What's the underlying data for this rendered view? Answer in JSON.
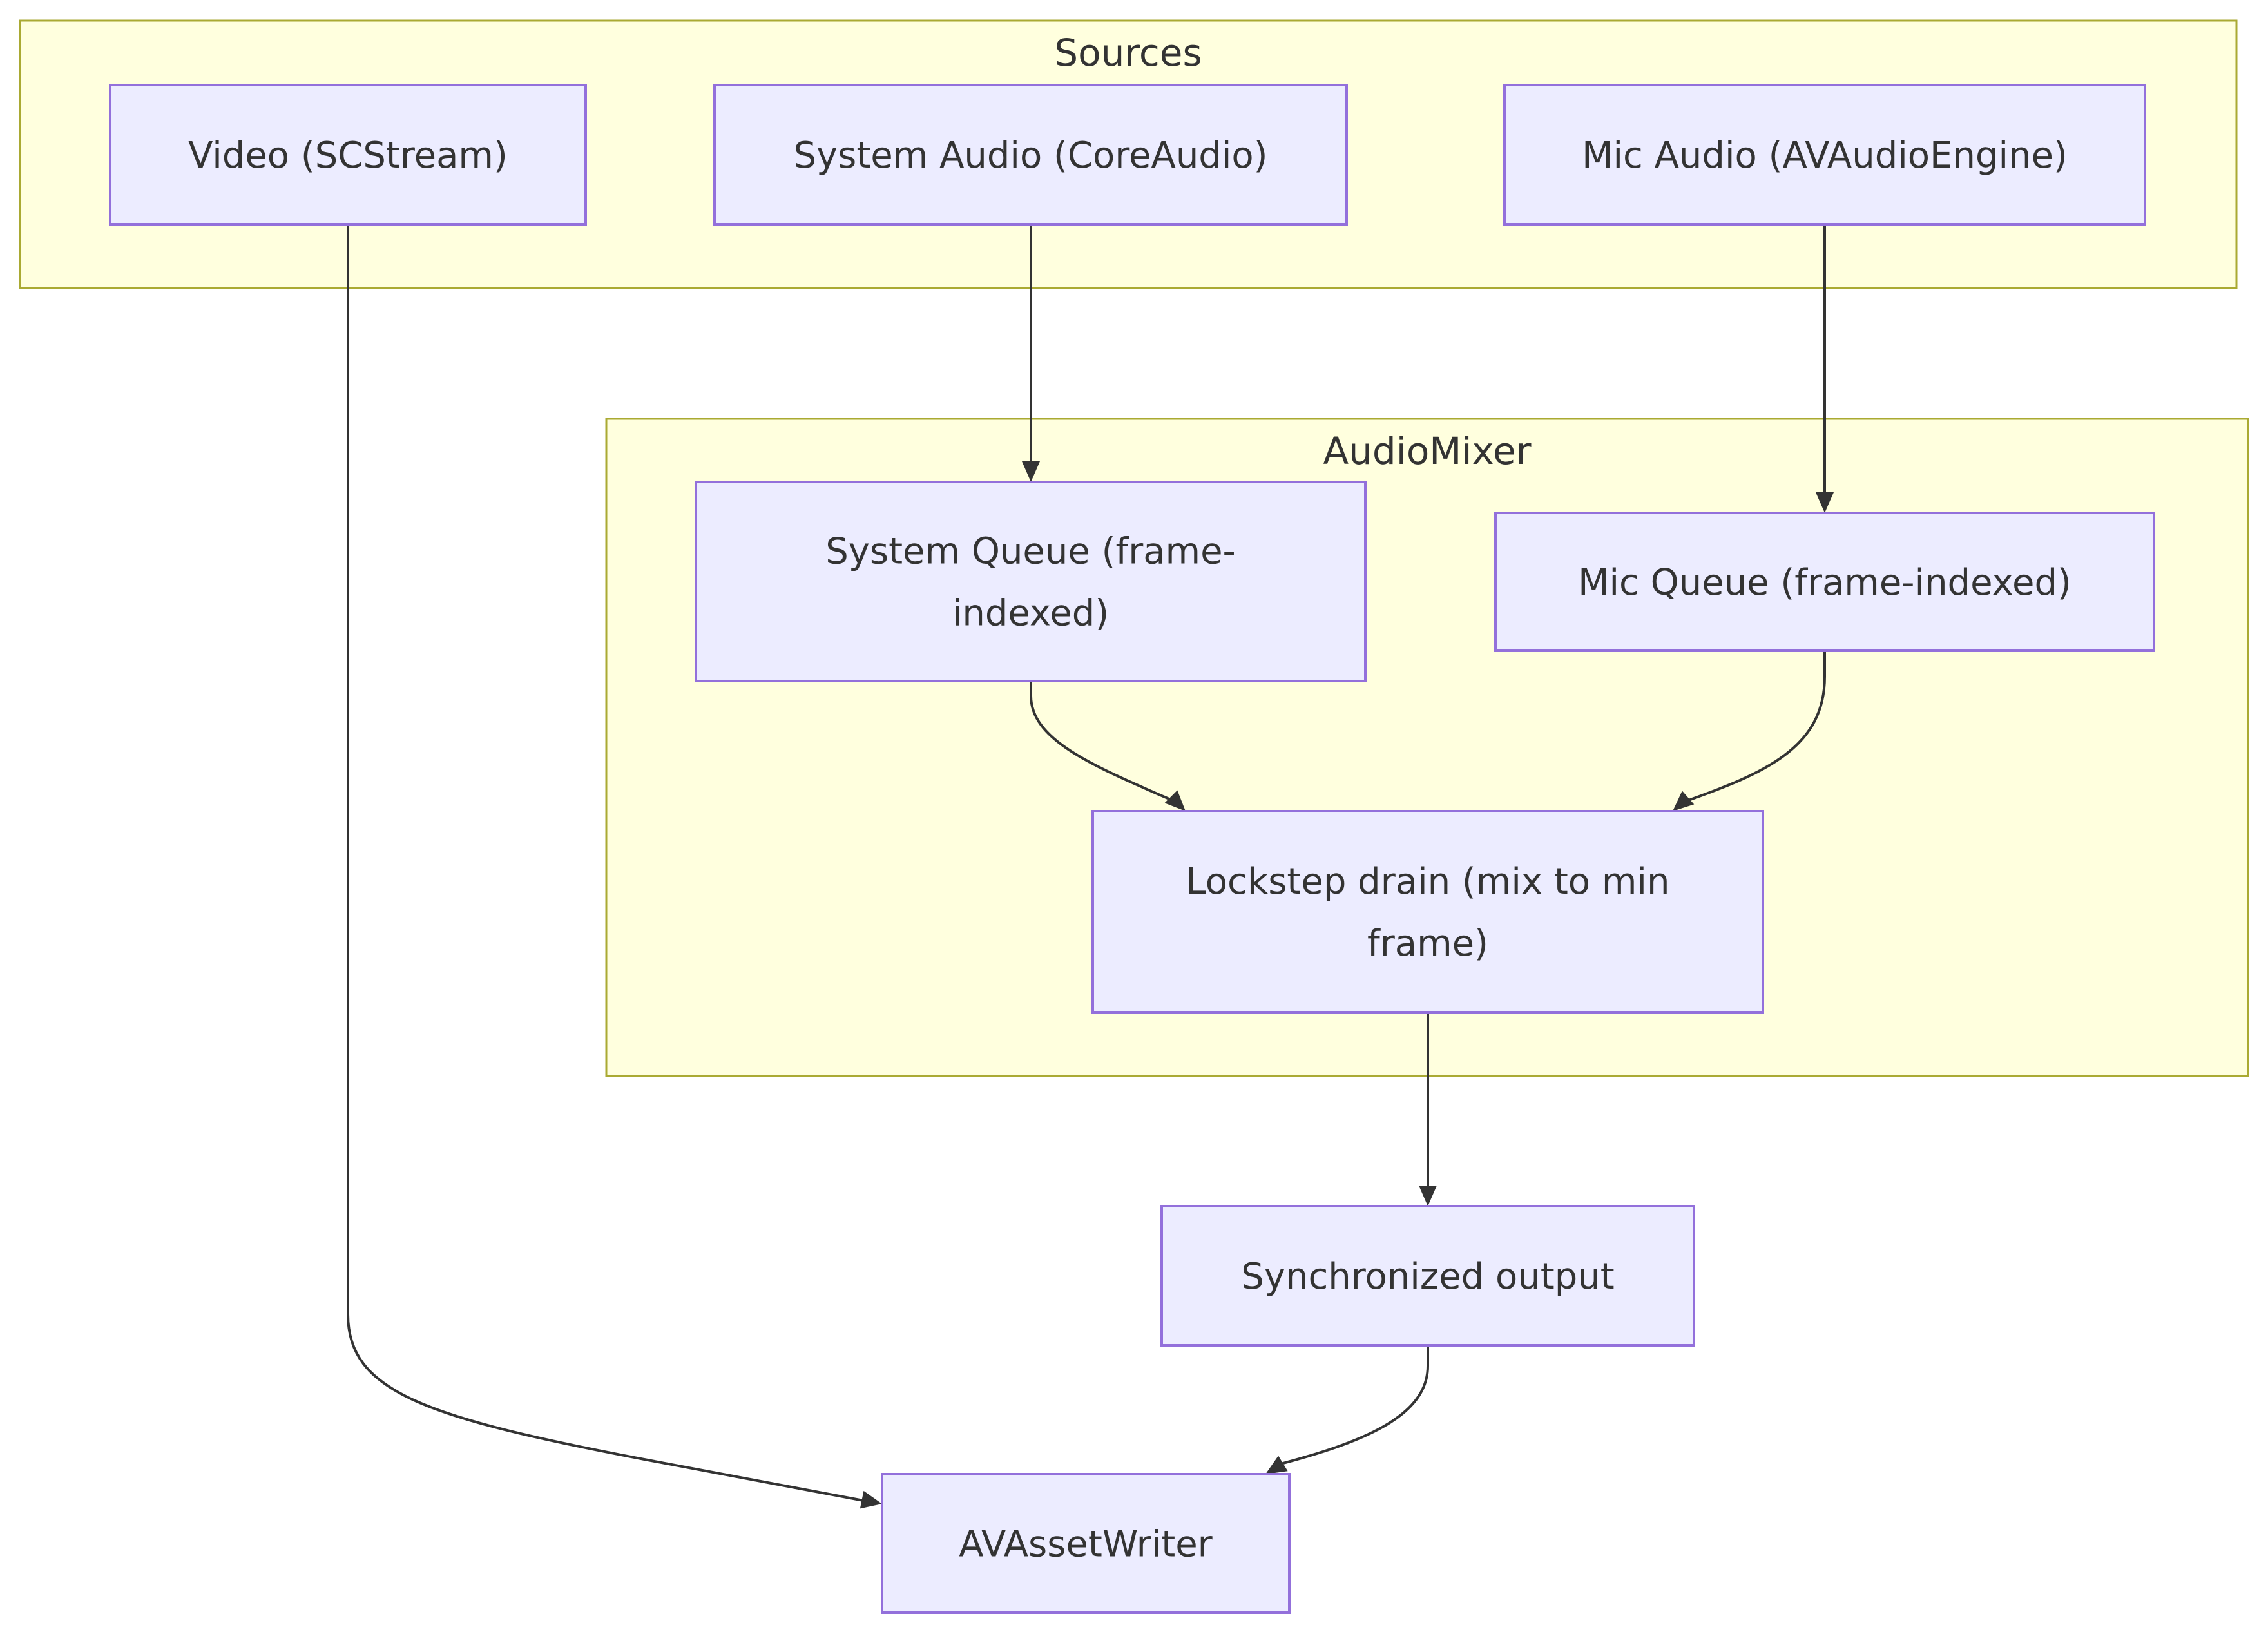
{
  "diagram": {
    "type": "flowchart",
    "colors": {
      "cluster_fill": "#ffffde",
      "cluster_border": "#aaaa33",
      "node_fill": "#ececff",
      "node_border": "#9370db",
      "text": "#333333",
      "edge": "#333333"
    },
    "clusters": [
      {
        "id": "sources",
        "title": "Sources"
      },
      {
        "id": "audiomixer",
        "title": "AudioMixer"
      }
    ],
    "nodes": [
      {
        "id": "video",
        "cluster": "sources",
        "lines": [
          "Video (SCStream)"
        ]
      },
      {
        "id": "sysaudio",
        "cluster": "sources",
        "lines": [
          "System Audio (CoreAudio)"
        ]
      },
      {
        "id": "micaudio",
        "cluster": "sources",
        "lines": [
          "Mic Audio (AVAudioEngine)"
        ]
      },
      {
        "id": "sysqueue",
        "cluster": "audiomixer",
        "lines": [
          "System Queue (frame-",
          "indexed)"
        ]
      },
      {
        "id": "micqueue",
        "cluster": "audiomixer",
        "lines": [
          "Mic Queue (frame-indexed)"
        ]
      },
      {
        "id": "lockstep",
        "cluster": "audiomixer",
        "lines": [
          "Lockstep drain (mix to min",
          "frame)"
        ]
      },
      {
        "id": "syncout",
        "cluster": null,
        "lines": [
          "Synchronized output"
        ]
      },
      {
        "id": "writer",
        "cluster": null,
        "lines": [
          "AVAssetWriter"
        ]
      }
    ],
    "edges": [
      {
        "from": "sysaudio",
        "to": "sysqueue"
      },
      {
        "from": "micaudio",
        "to": "micqueue"
      },
      {
        "from": "sysqueue",
        "to": "lockstep"
      },
      {
        "from": "micqueue",
        "to": "lockstep"
      },
      {
        "from": "lockstep",
        "to": "syncout"
      },
      {
        "from": "video",
        "to": "writer"
      },
      {
        "from": "syncout",
        "to": "writer"
      }
    ]
  }
}
